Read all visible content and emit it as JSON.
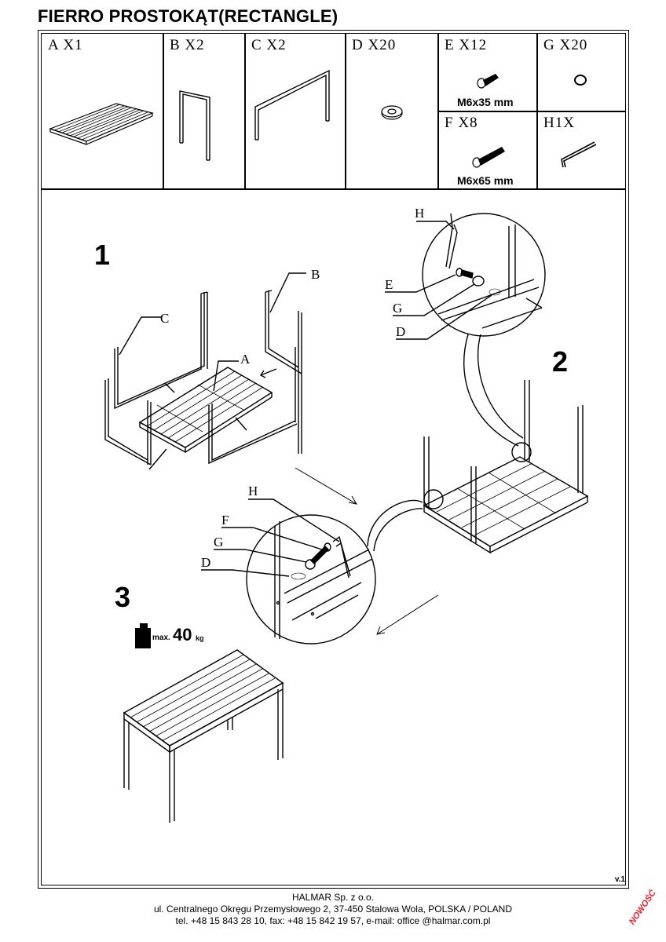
{
  "title": "FIERRO PROSTOKĄT(RECTANGLE)",
  "parts": [
    {
      "id": "A",
      "label": "A X1"
    },
    {
      "id": "B",
      "label": "B X2"
    },
    {
      "id": "C",
      "label": "C X2"
    },
    {
      "id": "D",
      "label": "D X20"
    },
    {
      "id": "E",
      "label": "E X12",
      "size": "M6x35 mm"
    },
    {
      "id": "G",
      "label": "G X20"
    },
    {
      "id": "F",
      "label": "F X8",
      "size": "M6x65 mm"
    },
    {
      "id": "H",
      "label": "H1X"
    }
  ],
  "steps": {
    "s1": "1",
    "s2": "2",
    "s3": "3"
  },
  "callouts": {
    "s1": {
      "a": "A",
      "b": "B",
      "c": "C"
    },
    "s2": {
      "h": "H",
      "e": "E",
      "g": "G",
      "d": "D"
    },
    "s3": {
      "h": "H",
      "f": "F",
      "g": "G",
      "d": "D"
    }
  },
  "max_load": {
    "prefix": "max.",
    "value": "40",
    "unit": "kg"
  },
  "version": "v.1",
  "footer": {
    "company": "HALMAR Sp. z o.o.",
    "address": "ul. Centralnego Okręgu Przemysłowego 2, 37-450 Stalowa Wola, POLSKA / POLAND",
    "contact": "tel. +48 15 843 28 10, fax: +48 15 842 19 57, e-mail: office @halmar.com.pl"
  },
  "stamp": "NOWOŚĆ"
}
